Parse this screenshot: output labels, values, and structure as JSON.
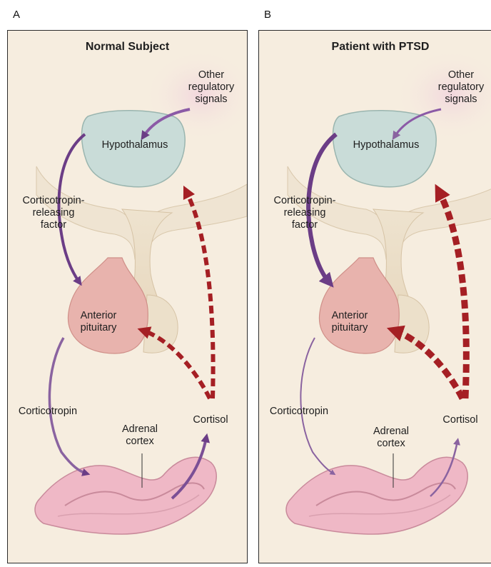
{
  "panels": [
    {
      "letter": "A",
      "title": "Normal Subject",
      "labels": {
        "other_signals": [
          "Other",
          "regulatory",
          "signals"
        ],
        "hypothalamus": "Hypothalamus",
        "crf": [
          "Corticotropin-",
          "releasing",
          "factor"
        ],
        "anterior_pituitary": [
          "Anterior",
          "pituitary"
        ],
        "corticotropin": "Corticotropin",
        "cortisol": "Cortisol",
        "adrenal_cortex": [
          "Adrenal",
          "cortex"
        ]
      }
    },
    {
      "letter": "B",
      "title": "Patient with PTSD",
      "labels": {
        "other_signals": [
          "Other",
          "regulatory",
          "signals"
        ],
        "hypothalamus": "Hypothalamus",
        "crf": [
          "Corticotropin-",
          "releasing",
          "factor"
        ],
        "anterior_pituitary": [
          "Anterior",
          "pituitary"
        ],
        "corticotropin": "Corticotropin",
        "cortisol": "Cortisol",
        "adrenal_cortex": [
          "Adrenal",
          "cortex"
        ]
      }
    }
  ],
  "colors": {
    "panel_bg": "#f6eddf",
    "hypothalamus": "#c9dcd8",
    "pituitary": "#e8b3ad",
    "adrenal": "#efb8c6",
    "stimulatory_arrow": "#6b3d86",
    "inhibitory_arrow": "#a51f24"
  }
}
